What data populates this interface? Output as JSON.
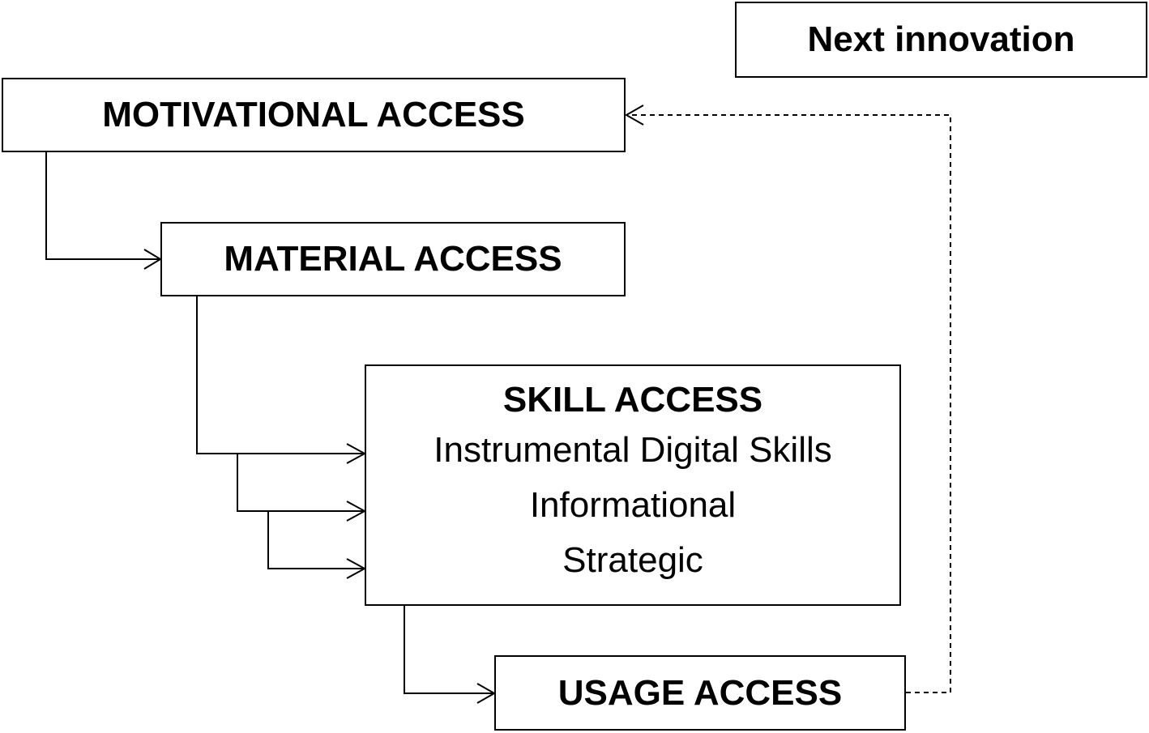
{
  "nodes": {
    "next_innovation": {
      "label": "Next innovation"
    },
    "motivational_access": {
      "label": "MOTIVATIONAL ACCESS"
    },
    "material_access": {
      "label": "MATERIAL ACCESS"
    },
    "skill_access": {
      "label": "SKILL ACCESS",
      "items": [
        "Instrumental Digital Skills",
        "Informational",
        "Strategic"
      ]
    },
    "usage_access": {
      "label": "USAGE ACCESS"
    }
  },
  "colors": {
    "stroke": "#000000",
    "background": "#ffffff"
  }
}
